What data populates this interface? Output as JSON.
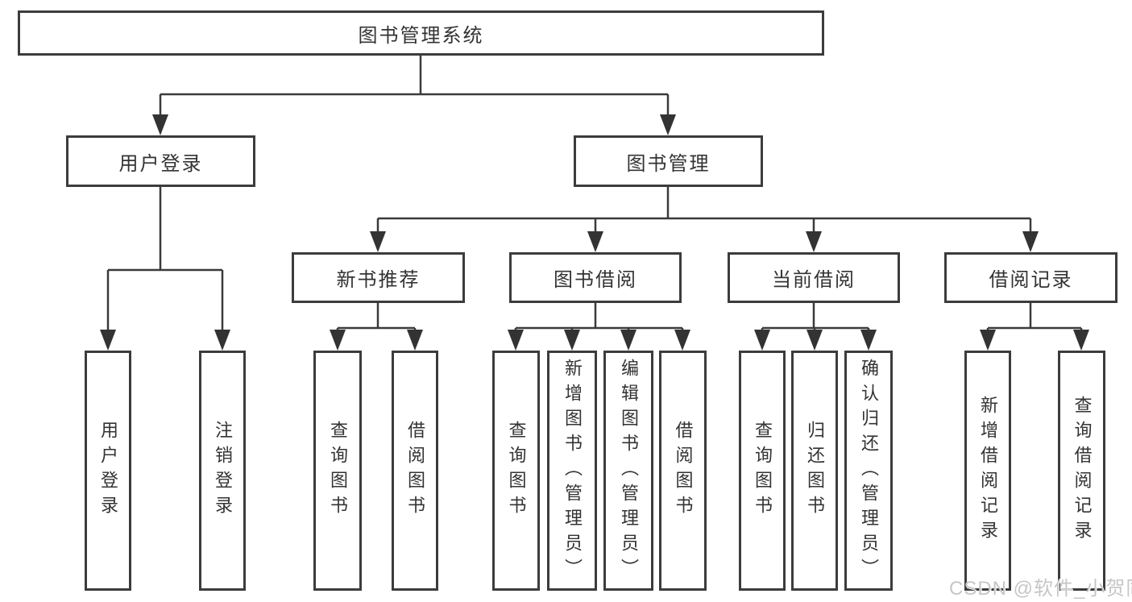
{
  "tree": {
    "root": "图书管理系统",
    "branches": [
      {
        "label": "用户登录",
        "children": [
          {
            "label": "用户登录"
          },
          {
            "label": "注销登录"
          }
        ]
      },
      {
        "label": "图书管理",
        "groups": [
          {
            "label": "新书推荐",
            "children": [
              {
                "label": "查询图书"
              },
              {
                "label": "借阅图书"
              }
            ]
          },
          {
            "label": "图书借阅",
            "children": [
              {
                "label": "查询图书"
              },
              {
                "label": "新增图书（管理员）"
              },
              {
                "label": "编辑图书（管理员）"
              },
              {
                "label": "借阅图书"
              }
            ]
          },
          {
            "label": "当前借阅",
            "children": [
              {
                "label": "查询图书"
              },
              {
                "label": "归还图书"
              },
              {
                "label": "确认归还（管理员）"
              }
            ]
          },
          {
            "label": "借阅记录",
            "children": [
              {
                "label": "新增借阅记录"
              },
              {
                "label": "查询借阅记录"
              }
            ]
          }
        ]
      }
    ]
  },
  "watermark": {
    "text": "CSDN @软件_小贺同学"
  },
  "colors": {
    "background": "#ffffff",
    "line": "#3a3a3a",
    "box_border": "#3c3c3c",
    "text": "#333333",
    "watermark": "#c6c6c6"
  }
}
